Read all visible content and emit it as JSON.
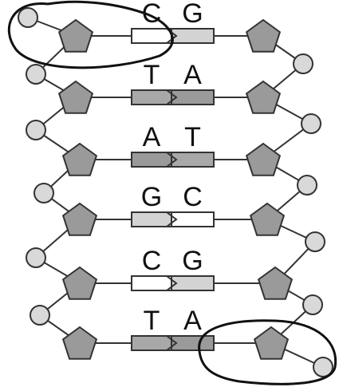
{
  "base_pairs": [
    {
      "left": "C",
      "right": "G"
    },
    {
      "left": "T",
      "right": "A"
    },
    {
      "left": "A",
      "right": "T"
    },
    {
      "left": "G",
      "right": "C"
    },
    {
      "left": "C",
      "right": "G"
    },
    {
      "left": "T",
      "right": "A"
    }
  ],
  "colors": {
    "A": "#9a9a9a",
    "T": "#a8a8a8",
    "G": "#d3d3d3",
    "C": "#ffffff",
    "sugar": "#9a9a9a",
    "phosphate": "#d9d9d9"
  },
  "icons": [
    "pentagon-sugar",
    "circle-phosphate",
    "hydrogen-bond-shape"
  ]
}
